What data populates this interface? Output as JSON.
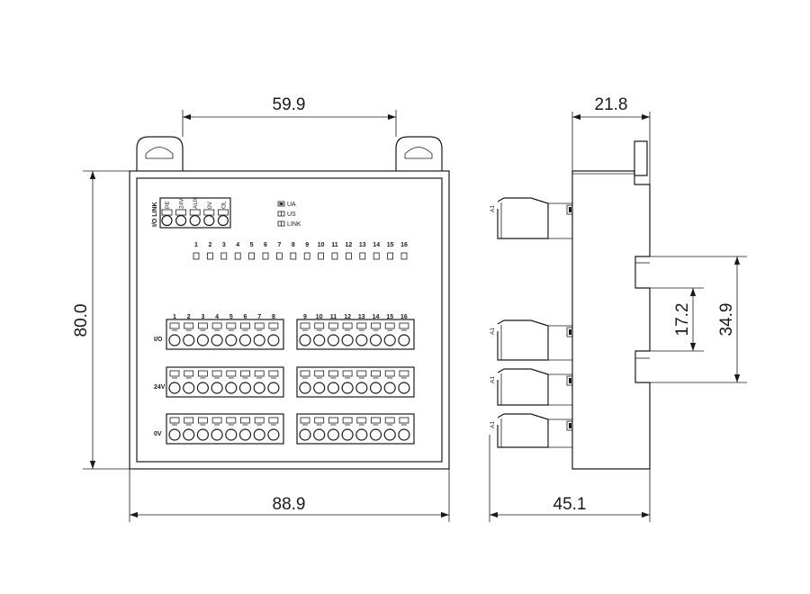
{
  "dimensions": {
    "top_width": "59.9",
    "overall_width": "88.9",
    "height": "80.0",
    "side_top": "21.8",
    "side_depth": "45.1",
    "rail_inner": "17.2",
    "rail_outer": "34.9"
  },
  "top_connector": {
    "side_label": "I/O LINK",
    "pins": [
      "PE",
      "24V",
      "AUX",
      "0V",
      "OL"
    ]
  },
  "legend": [
    {
      "label": "UA",
      "icon": "single-led-icon"
    },
    {
      "label": "US",
      "icon": "dual-led-icon"
    },
    {
      "label": "LINK",
      "icon": "dual-led-icon"
    }
  ],
  "led_numbers": [
    "1",
    "2",
    "3",
    "4",
    "5",
    "6",
    "7",
    "8",
    "9",
    "10",
    "11",
    "12",
    "13",
    "14",
    "15",
    "16"
  ],
  "terminal_rows": [
    {
      "label": "I/O",
      "left_numbers": [
        "1",
        "2",
        "3",
        "4",
        "5",
        "6",
        "7",
        "8"
      ],
      "right_numbers": [
        "9",
        "10",
        "11",
        "12",
        "13",
        "14",
        "15",
        "16"
      ]
    },
    {
      "label": "24V",
      "left_numbers": [],
      "right_numbers": []
    },
    {
      "label": "0V",
      "left_numbers": [],
      "right_numbers": []
    }
  ],
  "side_view": {
    "connector_tag": "A1"
  }
}
